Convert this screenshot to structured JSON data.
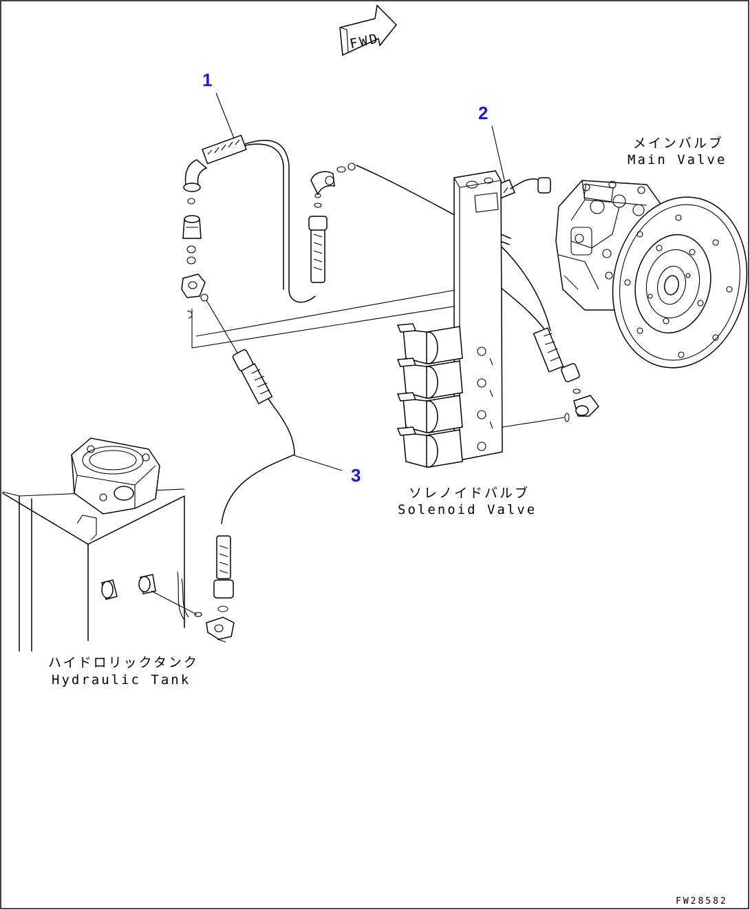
{
  "fwd_label": "FWD",
  "callouts": [
    {
      "number": "1"
    },
    {
      "number": "2"
    },
    {
      "number": "3"
    }
  ],
  "labels": {
    "main_valve_jp": "メインバルブ",
    "main_valve_en": "Main Valve",
    "solenoid_valve_jp": "ソレノイドバルブ",
    "solenoid_valve_en": "Solenoid Valve",
    "hydraulic_tank_jp": "ハイドロリックタンク",
    "hydraulic_tank_en": "Hydraulic Tank"
  },
  "figure_code": "FW28582",
  "colors": {
    "callout": "#1a1adc",
    "line": "#000000",
    "background": "#ffffff"
  }
}
